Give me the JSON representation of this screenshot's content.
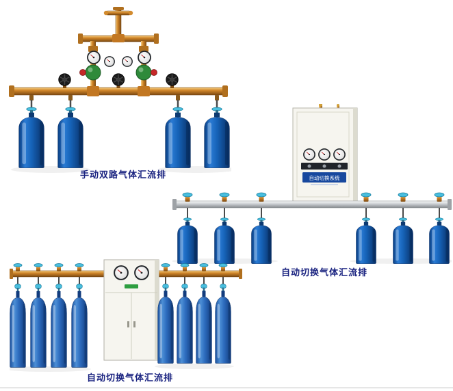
{
  "figures": [
    {
      "id": "manual-dual-manifold",
      "caption": "手动双路气体汇流排",
      "cylinders": 4
    },
    {
      "id": "auto-switch-manifold",
      "caption": "自动切换气体汇流排",
      "cabinet_label": "自动切换系统",
      "cylinders": 6
    },
    {
      "id": "auto-switch-manifold-2",
      "caption": "自动切换气体汇流排",
      "cylinders": 8
    }
  ],
  "colors": {
    "caption_text": "#1a2380",
    "cylinder_blue_dark": "#0a3d80",
    "cylinder_blue_light": "#2a7bd4",
    "brass": "#cf8428",
    "valve_cyan": "#49bede",
    "regulator_green": "#2f8a3a",
    "regulator_knob_red": "#c62828",
    "cabinet_body": "#f6f5ef",
    "cabinet_label_bg": "#17489e",
    "manifold_silver": "#c9cdd1"
  }
}
